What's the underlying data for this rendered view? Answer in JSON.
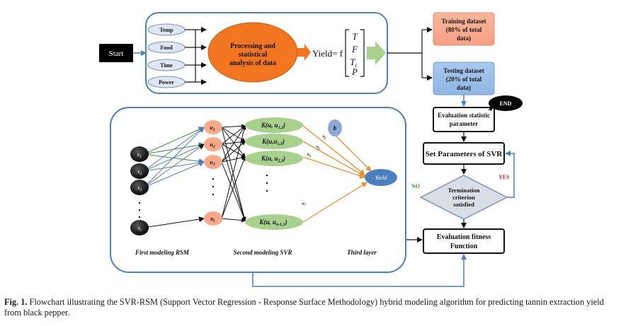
{
  "start": "Start",
  "inputs": [
    "Temp",
    "Food",
    "Time",
    "Power"
  ],
  "processing": [
    "Processing and",
    "statistical",
    "analysis of data"
  ],
  "yield_formula": "Yield= f",
  "vector_vars": [
    "T",
    "F",
    "T",
    "P"
  ],
  "vector_sub": "i",
  "training": [
    "Training dataset",
    "(80% of total",
    "data)"
  ],
  "testing": [
    "Testing dataset",
    "(20% of total",
    "data)"
  ],
  "end": "END",
  "eval_stat": [
    "Evaluation statistic",
    "parameter"
  ],
  "set_params": "Set Parameters of SVR",
  "termination": [
    "Termination",
    "criterion",
    "satisfied"
  ],
  "yes": "YES",
  "no": "NO",
  "eval_fitness": [
    "Evaluation fitness",
    "Function"
  ],
  "x_nodes": [
    {
      "base": "x",
      "sub": "1"
    },
    {
      "base": "x",
      "sub": "2"
    },
    {
      "base": "x",
      "sub": "3"
    },
    {
      "base": "x",
      "sub": "i"
    }
  ],
  "u_nodes": [
    {
      "base": "u",
      "sub": "1"
    },
    {
      "base": "u",
      "sub": "2"
    },
    {
      "base": "u",
      "sub": "3"
    },
    {
      "base": "u",
      "sub": "i"
    }
  ],
  "k_nodes": [
    {
      "pre": "K(u, u",
      "sub": "1,2",
      "post": ")"
    },
    {
      "pre": "K(u,u",
      "sub": "1,3",
      "post": ")"
    },
    {
      "pre": "K(u, u",
      "sub": "2,3",
      "post": ")"
    },
    {
      "pre": "K(u, u",
      "sub": "n-1,1",
      "post": ")"
    }
  ],
  "weights": [
    {
      "base": "w",
      "sub": "1"
    },
    {
      "base": "w",
      "sub": "2"
    },
    {
      "base": "w",
      "sub": "3"
    },
    {
      "base": "w",
      "sub": "i"
    }
  ],
  "bias": "b",
  "yield_node": "Yield",
  "layer_labels": [
    "First modeling RSM",
    "Second modeling SVR",
    "Third layer"
  ],
  "caption_label": "Fig. 1.",
  "caption_text": "Flowchart illustrating the SVR-RSM (Support Vector Regression - Response Surface Methodology) hybrid modeling algorithm for predicting tannin extraction yield from black pepper."
}
